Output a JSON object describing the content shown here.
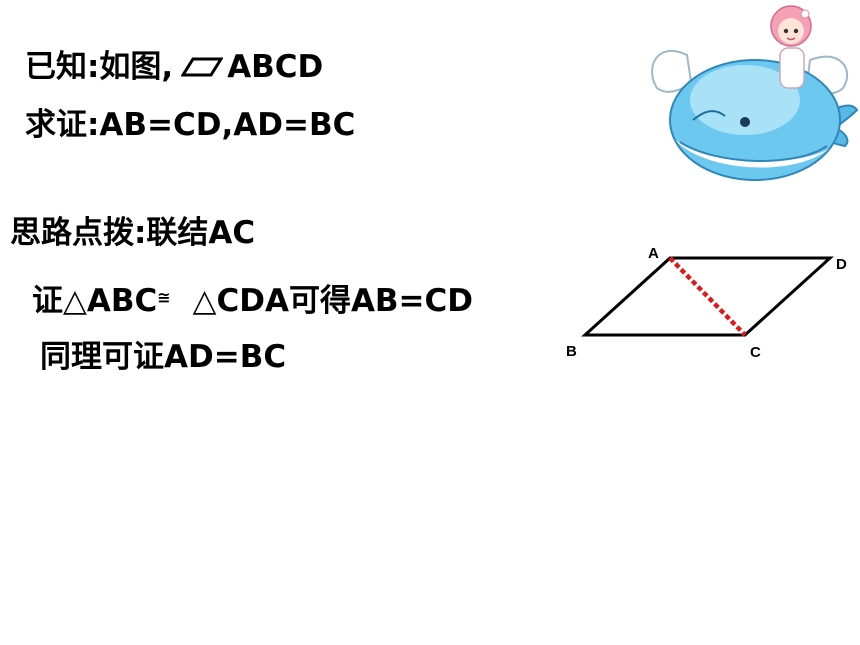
{
  "given": {
    "prefix": "已知:如图,",
    "shape": "ABCD"
  },
  "prove": "求证:AB=CD,AD=BC",
  "hint": "思路点拨:联结AC",
  "proof1": {
    "a": "证△ABC",
    "cong": "≅",
    "b": "△CDA可得AB=CD"
  },
  "proof2": "同理可证AD=BC",
  "figure": {
    "labels": {
      "A": "A",
      "B": "B",
      "C": "C",
      "D": "D"
    },
    "diagonal_color": "#e01818",
    "edge_color": "#000000"
  },
  "icons": {
    "parallelogram": "parallelogram-icon",
    "mascot": "whale-girl-icon"
  }
}
